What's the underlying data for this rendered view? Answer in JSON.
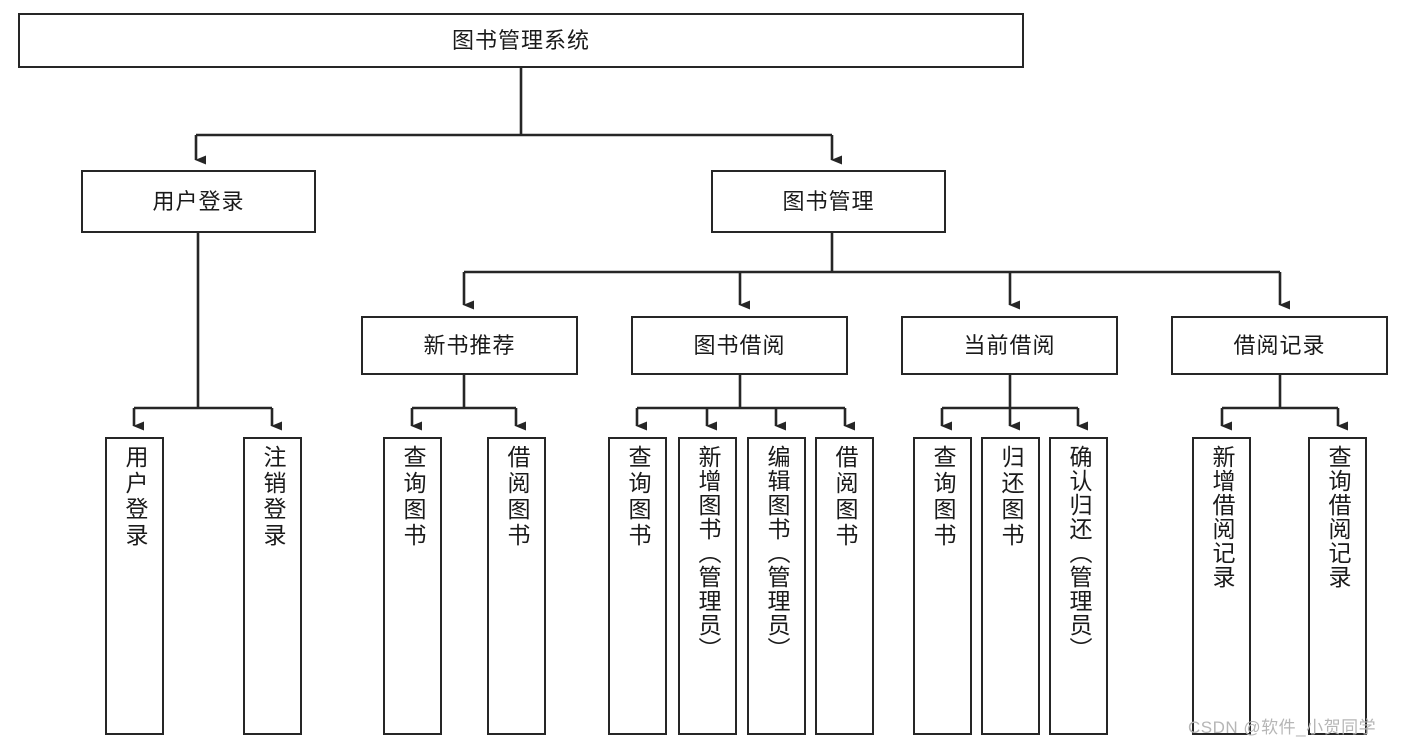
{
  "diagram": {
    "title": "图书管理系统",
    "type": "tree",
    "watermark": "CSDN @软件_小贺同学",
    "line_color": "#262626",
    "box_fill": "#ffffff",
    "text_color": "#1a1a1a",
    "levels": [
      {
        "level": 1,
        "nodes": [
          {
            "id": "root",
            "label": "图书管理系统",
            "orientation": "horizontal"
          }
        ]
      },
      {
        "level": 2,
        "nodes": [
          {
            "id": "user-login",
            "label": "用户登录",
            "orientation": "horizontal",
            "parent": "root"
          },
          {
            "id": "book-manage",
            "label": "图书管理",
            "orientation": "horizontal",
            "parent": "root"
          }
        ]
      },
      {
        "level": 3,
        "nodes": [
          {
            "id": "new-book-rec",
            "label": "新书推荐",
            "orientation": "horizontal",
            "parent": "book-manage"
          },
          {
            "id": "book-borrow",
            "label": "图书借阅",
            "orientation": "horizontal",
            "parent": "book-manage"
          },
          {
            "id": "current-borrow",
            "label": "当前借阅",
            "orientation": "horizontal",
            "parent": "book-manage"
          },
          {
            "id": "borrow-record",
            "label": "借阅记录",
            "orientation": "horizontal",
            "parent": "book-manage"
          }
        ]
      },
      {
        "level": 4,
        "nodes": [
          {
            "id": "leaf-user-login",
            "label": "用户登录",
            "orientation": "vertical",
            "parent": "user-login"
          },
          {
            "id": "leaf-user-logout",
            "label": "注销登录",
            "orientation": "vertical",
            "parent": "user-login"
          },
          {
            "id": "leaf-query-book-1",
            "label": "查询图书",
            "orientation": "vertical",
            "parent": "new-book-rec"
          },
          {
            "id": "leaf-borrow-book-1",
            "label": "借阅图书",
            "orientation": "vertical",
            "parent": "new-book-rec"
          },
          {
            "id": "leaf-query-book-2",
            "label": "查询图书",
            "orientation": "vertical",
            "parent": "book-borrow"
          },
          {
            "id": "leaf-add-book",
            "label": "新增图书（管理员）",
            "orientation": "vertical",
            "parent": "book-borrow"
          },
          {
            "id": "leaf-edit-book",
            "label": "编辑图书（管理员）",
            "orientation": "vertical",
            "parent": "book-borrow"
          },
          {
            "id": "leaf-borrow-book-2",
            "label": "借阅图书",
            "orientation": "vertical",
            "parent": "book-borrow"
          },
          {
            "id": "leaf-query-book-3",
            "label": "查询图书",
            "orientation": "vertical",
            "parent": "current-borrow"
          },
          {
            "id": "leaf-return-book",
            "label": "归还图书",
            "orientation": "vertical",
            "parent": "current-borrow"
          },
          {
            "id": "leaf-confirm-return",
            "label": "确认归还（管理员）",
            "orientation": "vertical",
            "parent": "current-borrow"
          },
          {
            "id": "leaf-add-record",
            "label": "新增借阅记录",
            "orientation": "vertical",
            "parent": "borrow-record"
          },
          {
            "id": "leaf-query-record",
            "label": "查询借阅记录",
            "orientation": "vertical",
            "parent": "borrow-record"
          }
        ]
      }
    ]
  }
}
